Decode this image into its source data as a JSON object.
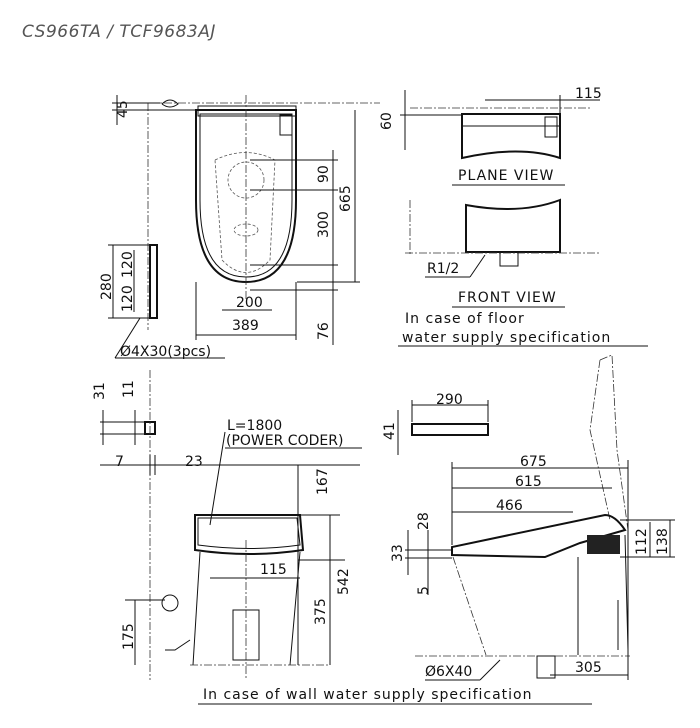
{
  "title": "CS966TA / TCF9683AJ",
  "top_view": {
    "d45": "45",
    "d90": "90",
    "d300": "300",
    "d665": "665",
    "d280": "280",
    "d120a": "120",
    "d120b": "120",
    "d200": "200",
    "d389": "389",
    "d76": "76",
    "screw": "Ø4X30(3pcs)"
  },
  "floor_supply": {
    "d115": "115",
    "d60": "60",
    "plane_view": "PLANE VIEW",
    "r12": "R1/2",
    "front_view": "FRONT VIEW",
    "note_line1": "In case of floor",
    "note_line2": "water supply specification"
  },
  "wall_front": {
    "d31": "31",
    "d11": "11",
    "d7": "7",
    "d23": "23",
    "cord_length": "L=1800",
    "cord_label": "(POWER CODER)",
    "d167": "167",
    "d115": "115",
    "d375": "375",
    "d542": "542",
    "d175": "175",
    "note": "In case of wall water supply specification"
  },
  "side_view": {
    "d290": "290",
    "d41": "41",
    "d675": "675",
    "d615": "615",
    "d466": "466",
    "d28": "28",
    "d33": "33",
    "d5": "5",
    "d112": "112",
    "d138": "138",
    "screw": "Ø6X40",
    "d305": "305"
  }
}
